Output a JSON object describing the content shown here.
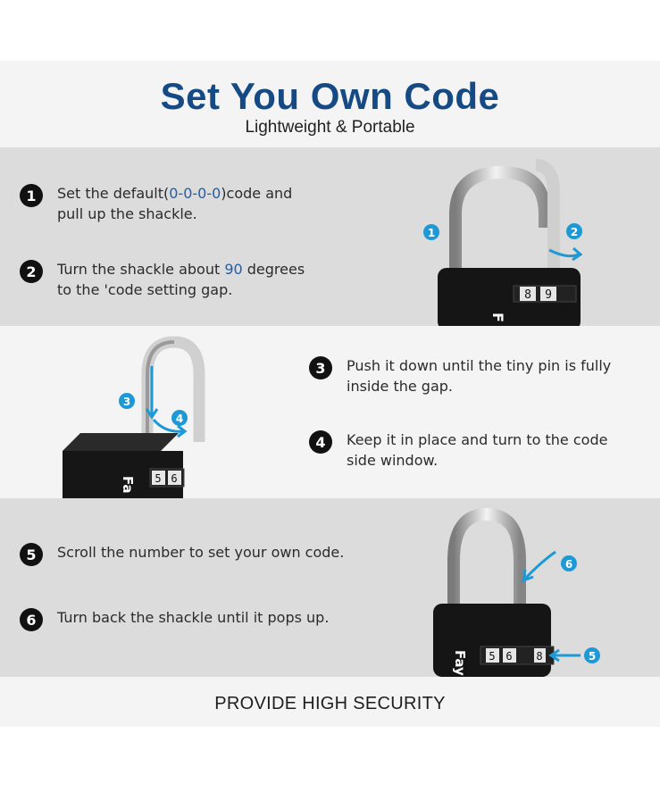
{
  "header": {
    "title": "Set You Own Code",
    "subtitle": "Lightweight & Portable"
  },
  "steps": [
    {
      "num": "1",
      "pre": "Set the default(",
      "highlight": "0-0-0-0",
      "post": ")code and",
      "line2": "pull up the shackle."
    },
    {
      "num": "2",
      "pre": "Turn the shackle about ",
      "highlight": "90",
      "post": " degrees",
      "line2": "to the 'code setting gap."
    },
    {
      "num": "3",
      "line1": "Push it down until the tiny pin is fully",
      "line2": "inside the gap."
    },
    {
      "num": "4",
      "line1": "Keep it in place and turn to the code",
      "line2": "side window."
    },
    {
      "num": "5",
      "line1": "Scroll the number to set your own code."
    },
    {
      "num": "6",
      "line1": "Turn back the shackle until it pops up."
    }
  ],
  "illustrations": {
    "lock1": {
      "brand": "F",
      "digits": [
        "8",
        "9"
      ],
      "markers": [
        "1",
        "2"
      ]
    },
    "lock2": {
      "brand": "Fa",
      "digits": [
        "5",
        "6"
      ],
      "markers": [
        "3",
        "4"
      ]
    },
    "lock3": {
      "brand": "Fay",
      "digits": [
        "5",
        "6",
        "8"
      ],
      "markers": [
        "6",
        "5"
      ]
    }
  },
  "colors": {
    "title": "#164a85",
    "highlight": "#1f5fa8",
    "marker": "#1d9ad6",
    "band_gray": "#dcdcdc",
    "band_light": "#f4f4f4"
  },
  "footer": {
    "text": "PROVIDE HIGH SECURITY"
  }
}
